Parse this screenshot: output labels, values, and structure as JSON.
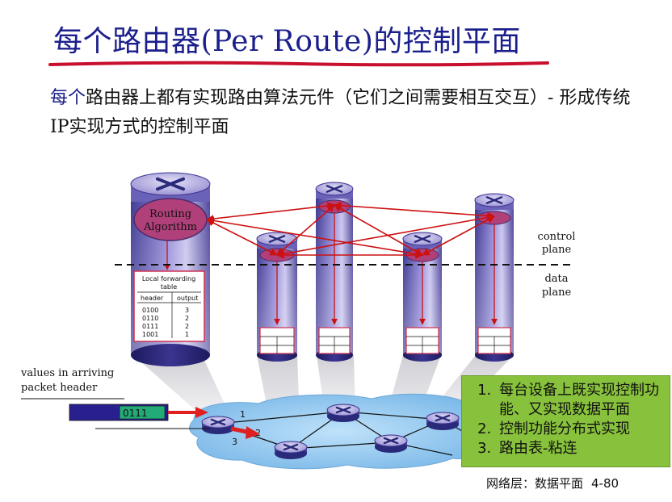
{
  "slide": {
    "title": "每个路由器(Per Route)的控制平面",
    "subtitle_highlight": "每个",
    "subtitle_rest": "路由器上都有实现路由算法元件（它们之间需要相互交互）- 形成传统IP实现方式的控制平面"
  },
  "diagram": {
    "routing_algorithm_line1": "Routing",
    "routing_algorithm_line2": "Algorithm",
    "control_plane_line1": "control",
    "control_plane_line2": "plane",
    "data_plane_line1": "data",
    "data_plane_line2": "plane",
    "forwarding_table": {
      "title_line1": "Local forwarding",
      "title_line2": "table",
      "headers": [
        "header",
        "output"
      ],
      "rows": [
        [
          "0100",
          "3"
        ],
        [
          "0110",
          "2"
        ],
        [
          "0111",
          "2"
        ],
        [
          "1001",
          "1"
        ]
      ]
    },
    "packet_label_line1": "values in arriving",
    "packet_label_line2": "packet header",
    "packet_value": "0111",
    "port_labels": [
      "1",
      "2",
      "3"
    ],
    "colors": {
      "router_body": "#6a5fb0",
      "router_body_dark": "#2a2a7a",
      "algorithm_fill": "#b0407a",
      "arrow_red": "#cc1111",
      "network_cloud": "#8ec6ee",
      "packet_green": "#22aa77",
      "packet_blue": "#2a1f8f"
    }
  },
  "notes": {
    "items": [
      "每台设备上既实现控制功能、又实现数据平面",
      "控制功能分布式实现",
      "路由表-粘连"
    ]
  },
  "footer": {
    "section": "网络层：数据平面",
    "page": "4-80"
  }
}
